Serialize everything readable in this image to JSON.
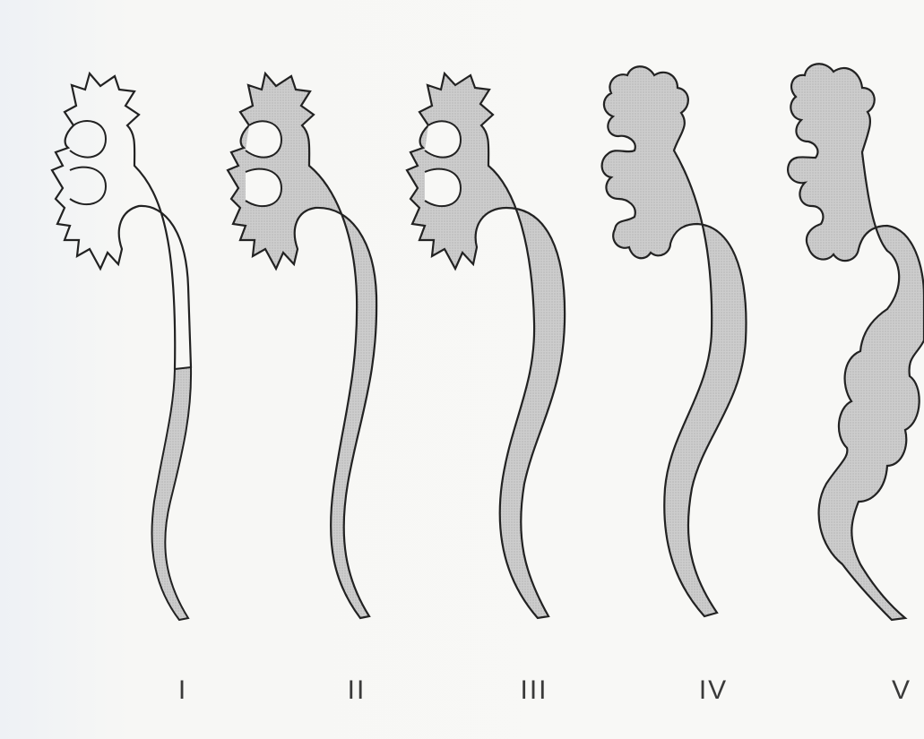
{
  "figure": {
    "stages": [
      {
        "label": "I"
      },
      {
        "label": "II"
      },
      {
        "label": "III"
      },
      {
        "label": "IV"
      },
      {
        "label": "V"
      }
    ]
  },
  "colors": {
    "outline": "#222222",
    "fill": "#c9c9c9",
    "background": "#f8f8f6"
  }
}
